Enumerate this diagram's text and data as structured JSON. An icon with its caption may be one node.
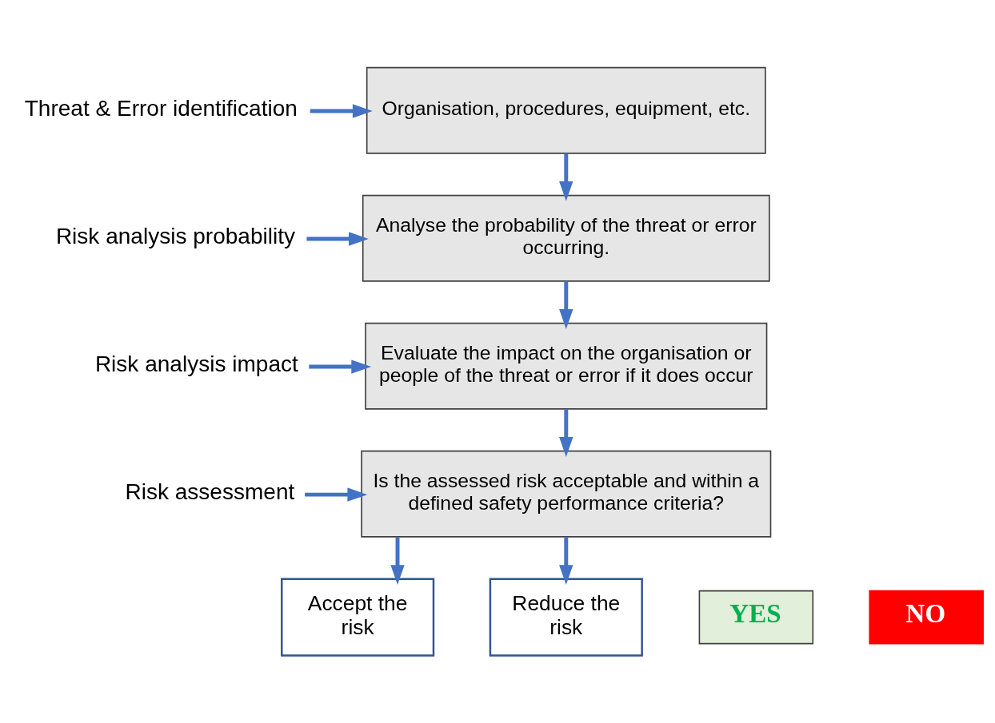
{
  "diagram": {
    "nodes": [
      {
        "text": [
          "Threat & Error identification"
        ]
      },
      {
        "text": [
          "Organisation, procedures, equipment, etc."
        ]
      },
      {
        "text": [
          "Risk analysis probability"
        ]
      },
      {
        "text": [
          "Analyse the probability of the threat or error occurring."
        ]
      },
      {
        "text": [
          "Risk analysis impact"
        ]
      },
      {
        "text": [
          "Evaluate the impact on the organisation or people of the threat or error if it does occur"
        ]
      },
      {
        "text": [
          "Risk assessment"
        ]
      },
      {
        "text": [
          "Is the assessed risk acceptable and within a defined safety performance criteria?"
        ]
      },
      {
        "text": [
          "YES"
        ]
      },
      {
        "text": [
          "NO"
        ]
      },
      {
        "text": [
          "Accept the risk"
        ]
      },
      {
        "text": [
          "Reduce the risk"
        ]
      }
    ],
    "edges": [
      {
        "from": 0,
        "to": 1,
        "arrow": "to"
      },
      {
        "from": 1,
        "to": 3,
        "arrow": "to"
      },
      {
        "from": 2,
        "to": 3,
        "arrow": "to"
      },
      {
        "from": 3,
        "to": 5,
        "arrow": "to"
      },
      {
        "from": 4,
        "to": 5,
        "arrow": "to"
      },
      {
        "from": 5,
        "to": 7,
        "arrow": "to"
      },
      {
        "from": 6,
        "to": 7,
        "arrow": "to"
      },
      {
        "from": 7,
        "to": 10,
        "arrow": "to"
      },
      {
        "from": 7,
        "to": 11,
        "arrow": "to"
      }
    ]
  }
}
